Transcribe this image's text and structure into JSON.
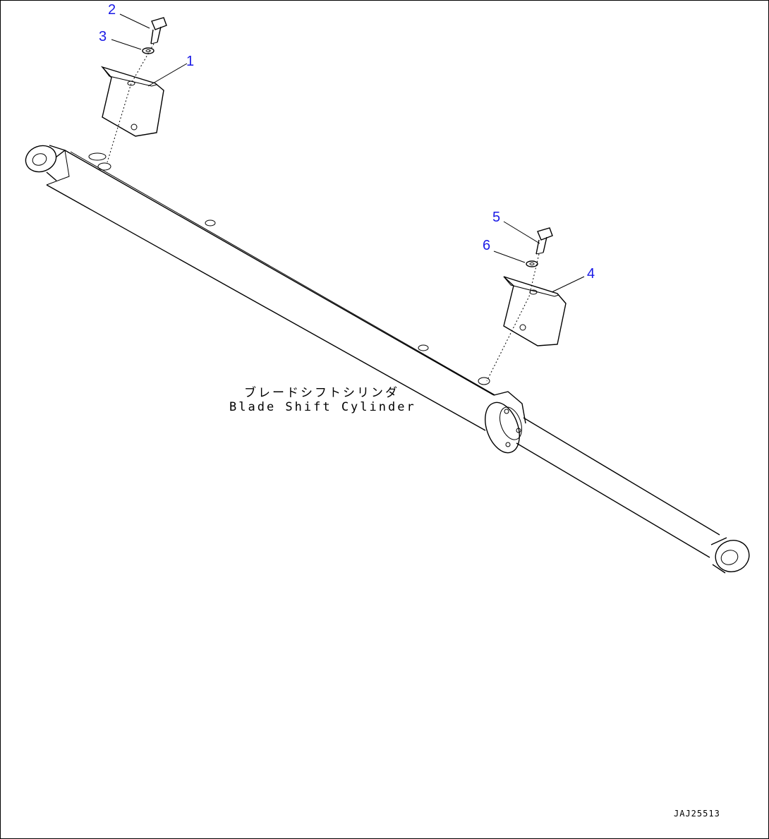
{
  "diagram": {
    "part_label_jp": "ブレードシフトシリンダ",
    "part_label_en": "Blade Shift Cylinder",
    "drawing_code": "JAJ25513",
    "callouts": [
      {
        "id": "c1",
        "text": "1"
      },
      {
        "id": "c2",
        "text": "2"
      },
      {
        "id": "c3",
        "text": "3"
      },
      {
        "id": "c4",
        "text": "4"
      },
      {
        "id": "c5",
        "text": "5"
      },
      {
        "id": "c6",
        "text": "6"
      }
    ],
    "colors": {
      "callout": "#1a1ae6",
      "line": "#000000",
      "background": "#ffffff"
    }
  }
}
